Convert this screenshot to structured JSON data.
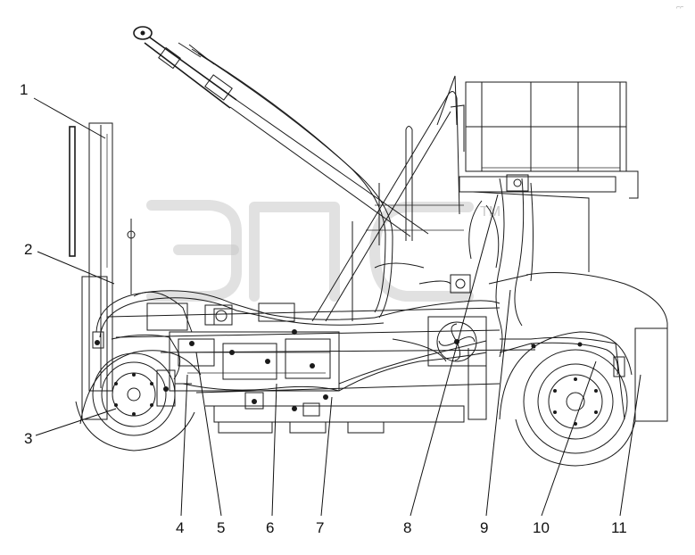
{
  "watermark": {
    "text": "ЭПС",
    "subtext": "ТМ",
    "color": "#c9c9c9"
  },
  "corner_mark": "⌐⌐",
  "callouts": [
    {
      "id": "1",
      "label": "1"
    },
    {
      "id": "2",
      "label": "2"
    },
    {
      "id": "3",
      "label": "3"
    },
    {
      "id": "4",
      "label": "4"
    },
    {
      "id": "5",
      "label": "5"
    },
    {
      "id": "6",
      "label": "6"
    },
    {
      "id": "7",
      "label": "7"
    },
    {
      "id": "8",
      "label": "8"
    },
    {
      "id": "9",
      "label": "9"
    },
    {
      "id": "10",
      "label": "10"
    },
    {
      "id": "11",
      "label": "11"
    }
  ]
}
